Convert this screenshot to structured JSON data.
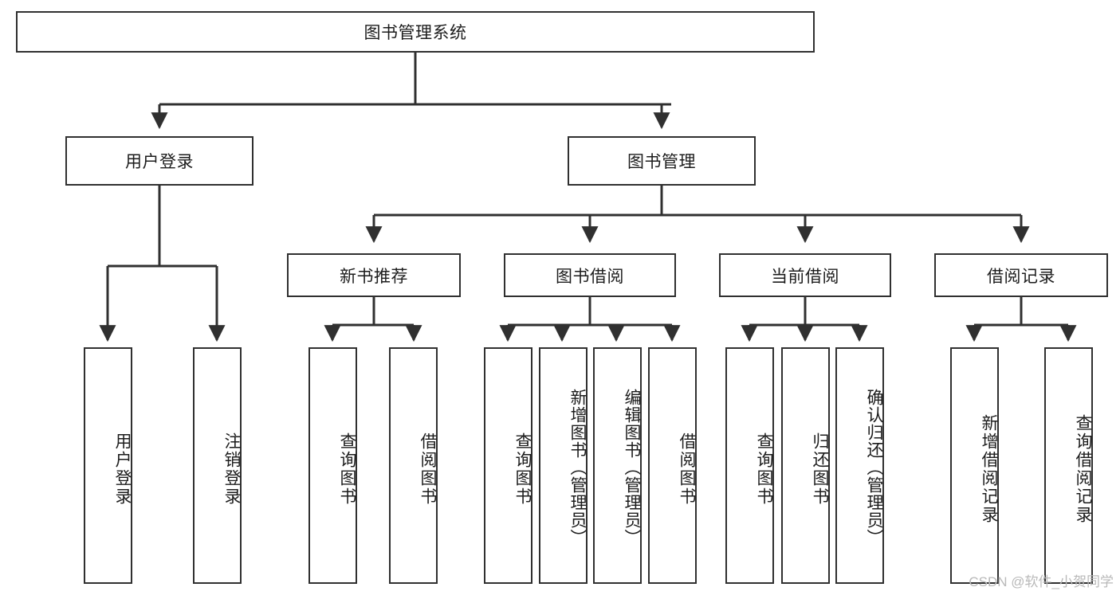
{
  "diagram": {
    "title": "图书管理系统",
    "watermark": "CSDN @软件_小贺同学",
    "stroke_color": "#303030",
    "background_color": "#ffffff",
    "text_color": "#1c1c1c",
    "watermark_color": "#b9b9b9",
    "type": "tree",
    "nodes": {
      "root": {
        "label": "图书管理系统"
      },
      "l2": [
        {
          "label": "用户登录"
        },
        {
          "label": "图书管理"
        }
      ],
      "l3": [
        {
          "label": "新书推荐"
        },
        {
          "label": "图书借阅"
        },
        {
          "label": "当前借阅"
        },
        {
          "label": "借阅记录"
        }
      ],
      "leaves_user_login": [
        {
          "label": "用户登录"
        },
        {
          "label": "注销登录"
        }
      ],
      "leaves_new_book": [
        {
          "label": "查询图书"
        },
        {
          "label": "借阅图书"
        }
      ],
      "leaves_borrow": [
        {
          "label": "查询图书"
        },
        {
          "label": "新增图书（管理员）"
        },
        {
          "label": "编辑图书（管理员）"
        },
        {
          "label": "借阅图书"
        }
      ],
      "leaves_current": [
        {
          "label": "查询图书"
        },
        {
          "label": "归还图书"
        },
        {
          "label": "确认归还（管理员）"
        }
      ],
      "leaves_record": [
        {
          "label": "新增借阅记录"
        },
        {
          "label": "查询借阅记录"
        }
      ]
    }
  }
}
